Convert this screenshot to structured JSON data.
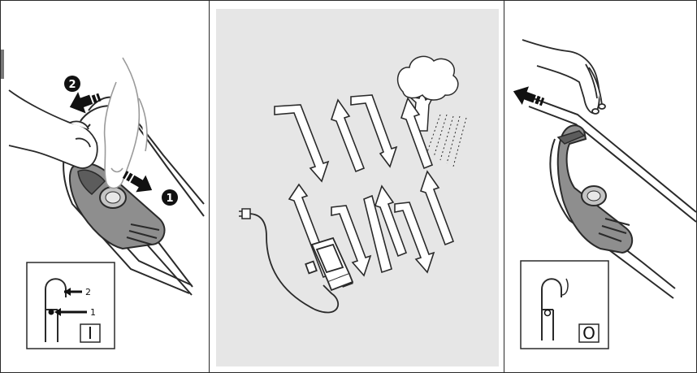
{
  "panel_left": {
    "step_badge_1": "1",
    "step_badge_2": "2",
    "symbol": {
      "arrow_label_upper": "2",
      "arrow_label_lower": "1",
      "state": "I"
    }
  },
  "panel_right": {
    "symbol": {
      "state": "O"
    }
  },
  "colors": {
    "outline": "#2a2a2a",
    "handle_dark": "#5c5c5c",
    "handle_mid": "#8e8e8e",
    "handle_light": "#c4c4c4",
    "middle_background": "#e6e6e6"
  }
}
